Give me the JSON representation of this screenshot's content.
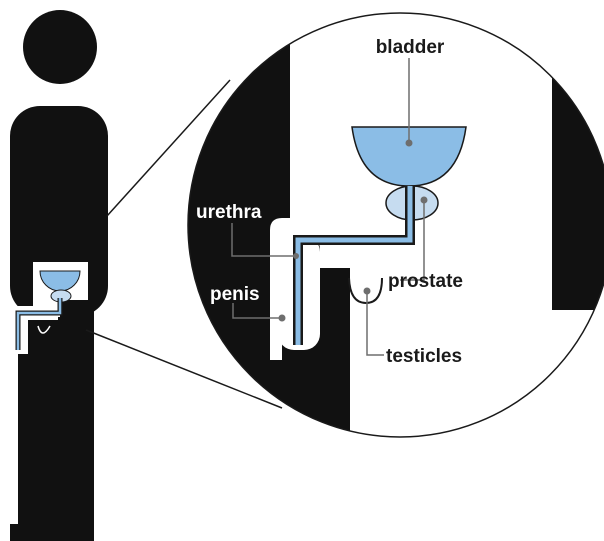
{
  "diagram": {
    "labels": {
      "bladder": "bladder",
      "urethra": "urethra",
      "prostate": "prostate",
      "penis": "penis",
      "testicles": "testicles"
    },
    "colors": {
      "silhouette": "#111111",
      "organ_fill": "#8bbde6",
      "organ_stroke": "#1a1a1a",
      "prostate_fill": "#c6dcf0",
      "leader_line": "#6e6e6e",
      "background": "#ffffff"
    }
  }
}
